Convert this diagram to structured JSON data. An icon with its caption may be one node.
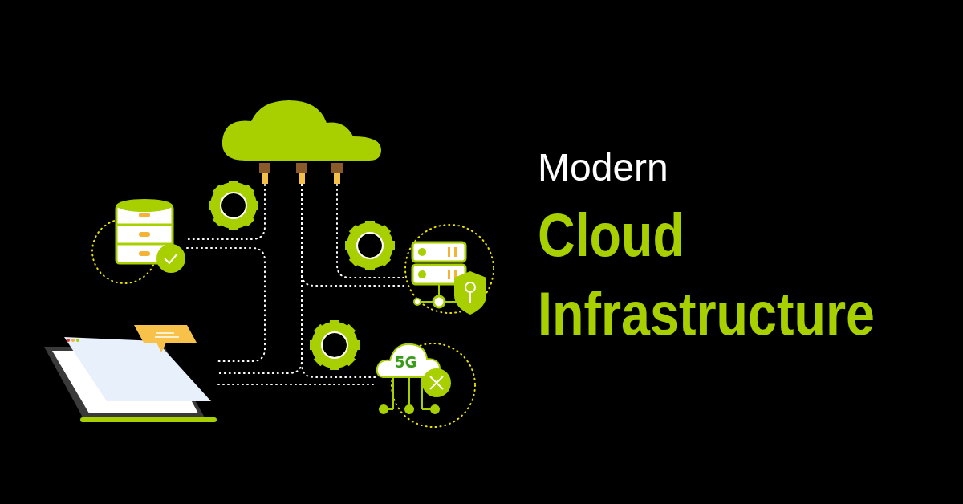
{
  "diagram": {
    "title": "Modern Cloud Infrastructure",
    "nodes": [
      {
        "text": [],
        "shape": "cloud"
      },
      {
        "text": [],
        "shape": "cylinder"
      },
      {
        "text": [],
        "shape": "picture"
      },
      {
        "text": [],
        "shape": "picture"
      },
      {
        "text": [
          "5G"
        ]
      }
    ],
    "edges": [
      {
        "from": 0,
        "to": 1,
        "arrow": "none"
      },
      {
        "from": 1,
        "to": 3,
        "arrow": "none"
      },
      {
        "from": 0,
        "to": 2,
        "arrow": "none"
      },
      {
        "from": 0,
        "to": 2,
        "arrow": "none"
      },
      {
        "from": 0,
        "to": 3,
        "arrow": "none"
      },
      {
        "from": 0,
        "to": 4,
        "arrow": "none"
      },
      {
        "from": 3,
        "to": 4,
        "arrow": "none"
      }
    ]
  }
}
